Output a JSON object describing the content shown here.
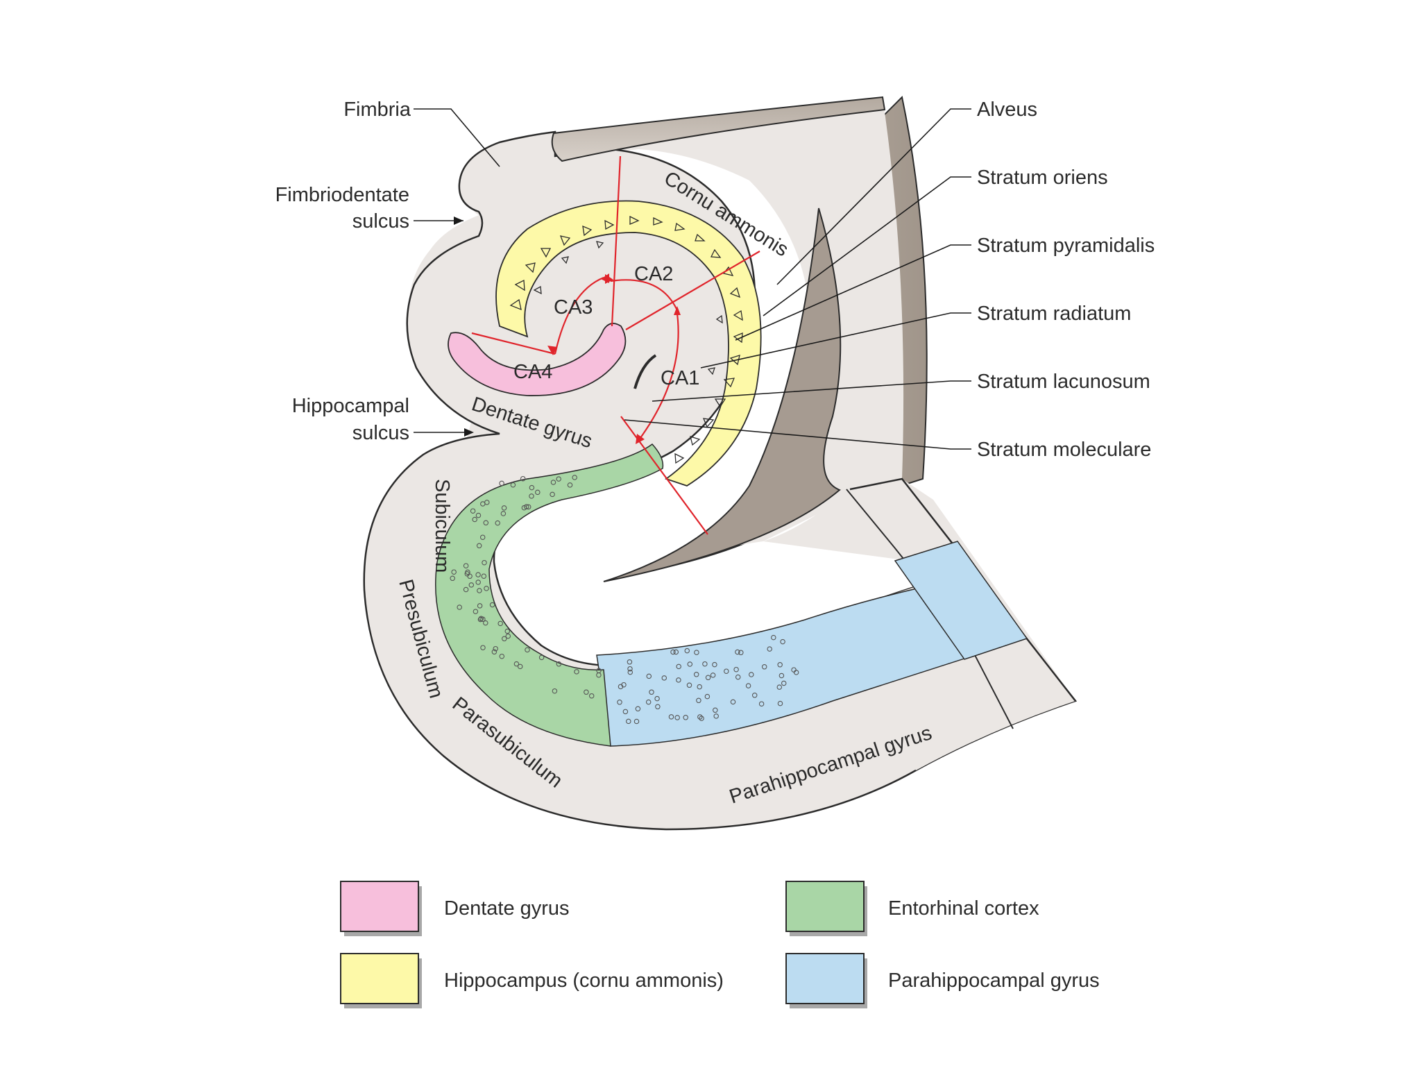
{
  "labels": {
    "fimbria": "Fimbria",
    "fimbriodentate_1": "Fimbriodentate",
    "fimbriodentate_2": "sulcus",
    "hippocampal_1": "Hippocampal",
    "hippocampal_2": "sulcus",
    "alveus": "Alveus",
    "stratum_oriens": "Stratum oriens",
    "stratum_pyramidalis": "Stratum pyramidalis",
    "stratum_radiatum": "Stratum radiatum",
    "stratum_lacunosum": "Stratum lacunosum",
    "stratum_moleculare": "Stratum moleculare",
    "cornu_ammonis": "Cornu ammonis",
    "dentate_gyrus": "Dentate gyrus",
    "subiculum": "Subiculum",
    "presubiculum": "Presubiculum",
    "parasubiculum": "Parasubiculum",
    "parahippocampal_gyrus": "Parahippocampal gyrus",
    "ca1": "CA1",
    "ca2": "CA2",
    "ca3": "CA3",
    "ca4": "CA4"
  },
  "legend": [
    {
      "label": "Dentate gyrus",
      "color": "#f7bfdc"
    },
    {
      "label": "Hippocampus (cornu ammonis)",
      "color": "#fdf9a8"
    },
    {
      "label": "Entorhinal cortex",
      "color": "#a9d6a6"
    },
    {
      "label": "Parahippocampal gyrus",
      "color": "#bcdcf1"
    }
  ],
  "colors": {
    "tissue": "#ebe7e4",
    "outline": "#2b2b2b",
    "ventricle": "#a49a90",
    "divider": "#e0242b"
  }
}
